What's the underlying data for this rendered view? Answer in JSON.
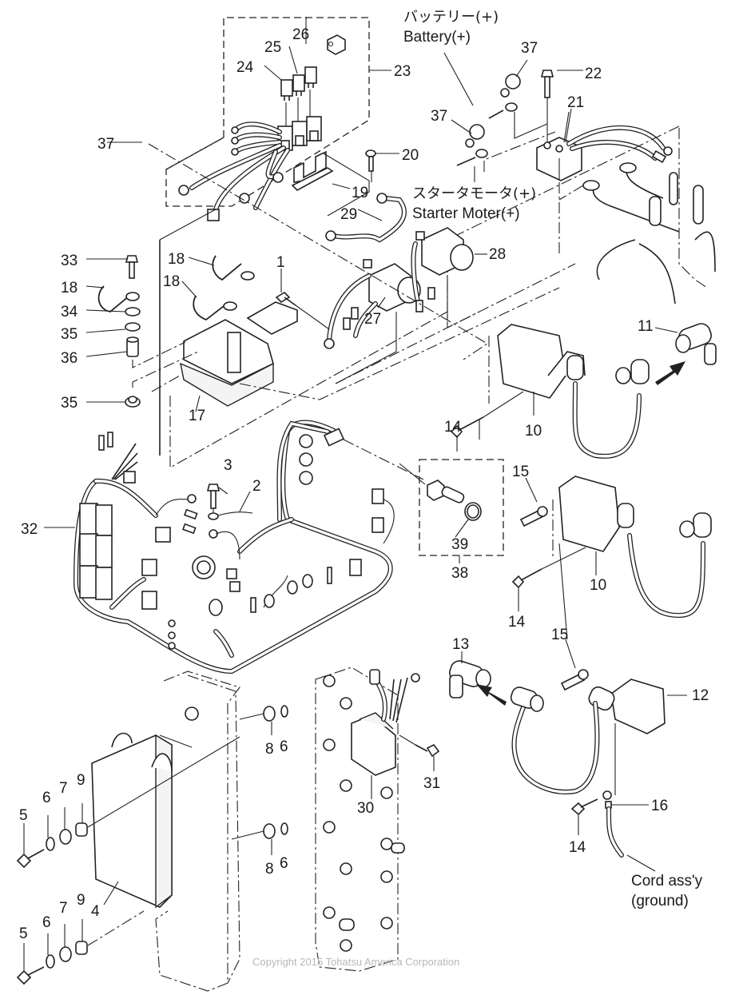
{
  "diagram": {
    "title_hidden": "Electrical parts exploded view",
    "copyright": "Copyright 2015 Tohatsu America Corporation",
    "annotations": {
      "battery_jp": "バッテリー(+)",
      "battery_en": "Battery(+)",
      "starter_jp": "スタータモータ(+)",
      "starter_en": "Starter Moter(+)",
      "cord_line1": "Cord ass'y",
      "cord_line2": "(ground)"
    },
    "callouts": [
      {
        "id": "c1",
        "label": "1",
        "part": "bolt"
      },
      {
        "id": "c2",
        "label": "2",
        "part": "ground wire"
      },
      {
        "id": "c3",
        "label": "3",
        "part": "bolt"
      },
      {
        "id": "c4",
        "label": "4",
        "part": "CDI unit"
      },
      {
        "id": "c5a",
        "label": "5",
        "part": "bolt"
      },
      {
        "id": "c5b",
        "label": "5",
        "part": "bolt"
      },
      {
        "id": "c6a",
        "label": "6",
        "part": "washer"
      },
      {
        "id": "c6b",
        "label": "6",
        "part": "washer"
      },
      {
        "id": "c6c",
        "label": "6",
        "part": "washer"
      },
      {
        "id": "c6d",
        "label": "6",
        "part": "washer"
      },
      {
        "id": "c7a",
        "label": "7",
        "part": "grommet"
      },
      {
        "id": "c7b",
        "label": "7",
        "part": "grommet"
      },
      {
        "id": "c8a",
        "label": "8",
        "part": "grommet"
      },
      {
        "id": "c8b",
        "label": "8",
        "part": "grommet"
      },
      {
        "id": "c9a",
        "label": "9",
        "part": "collar"
      },
      {
        "id": "c9b",
        "label": "9",
        "part": "collar"
      },
      {
        "id": "c10a",
        "label": "10",
        "part": "ignition coil"
      },
      {
        "id": "c10b",
        "label": "10",
        "part": "ignition coil"
      },
      {
        "id": "c11",
        "label": "11",
        "part": "plug cap"
      },
      {
        "id": "c12",
        "label": "12",
        "part": "ignition coil"
      },
      {
        "id": "c13",
        "label": "13",
        "part": "plug cap"
      },
      {
        "id": "c14a",
        "label": "14",
        "part": "bolt"
      },
      {
        "id": "c14b",
        "label": "14",
        "part": "bolt"
      },
      {
        "id": "c14c",
        "label": "14",
        "part": "bolt"
      },
      {
        "id": "c15a",
        "label": "15",
        "part": "clamp"
      },
      {
        "id": "c15b",
        "label": "15",
        "part": "clamp"
      },
      {
        "id": "c16",
        "label": "16",
        "part": "ground cord"
      },
      {
        "id": "c17",
        "label": "17",
        "part": "bracket"
      },
      {
        "id": "c18a",
        "label": "18",
        "part": "clamp"
      },
      {
        "id": "c18b",
        "label": "18",
        "part": "clamp"
      },
      {
        "id": "c18c",
        "label": "18",
        "part": "clamp"
      },
      {
        "id": "c19",
        "label": "19",
        "part": "fuse holder bracket"
      },
      {
        "id": "c20",
        "label": "20",
        "part": "screw"
      },
      {
        "id": "c21",
        "label": "21",
        "part": "terminal block"
      },
      {
        "id": "c22",
        "label": "22",
        "part": "bolt"
      },
      {
        "id": "c23",
        "label": "23",
        "part": "fuse box assy"
      },
      {
        "id": "c24",
        "label": "24",
        "part": "fuse"
      },
      {
        "id": "c25",
        "label": "25",
        "part": "fuse"
      },
      {
        "id": "c26",
        "label": "26",
        "part": "fuse"
      },
      {
        "id": "c27",
        "label": "27",
        "part": "relay"
      },
      {
        "id": "c28",
        "label": "28",
        "part": "relay"
      },
      {
        "id": "c29",
        "label": "29",
        "part": "lead wire"
      },
      {
        "id": "c30",
        "label": "30",
        "part": "rectifier regulator"
      },
      {
        "id": "c31",
        "label": "31",
        "part": "bolt"
      },
      {
        "id": "c32",
        "label": "32",
        "part": "wiring harness"
      },
      {
        "id": "c33",
        "label": "33",
        "part": "bolt"
      },
      {
        "id": "c34",
        "label": "34",
        "part": "washer"
      },
      {
        "id": "c35a",
        "label": "35",
        "part": "grommet"
      },
      {
        "id": "c35b",
        "label": "35",
        "part": "grommet"
      },
      {
        "id": "c36",
        "label": "36",
        "part": "collar"
      },
      {
        "id": "c37a",
        "label": "37",
        "part": "terminal cap"
      },
      {
        "id": "c37b",
        "label": "37",
        "part": "terminal cap"
      },
      {
        "id": "c37c",
        "label": "37",
        "part": "terminal cap"
      },
      {
        "id": "c38",
        "label": "38",
        "part": "thermo sensor assy"
      },
      {
        "id": "c39",
        "label": "39",
        "part": "o-ring"
      }
    ]
  }
}
